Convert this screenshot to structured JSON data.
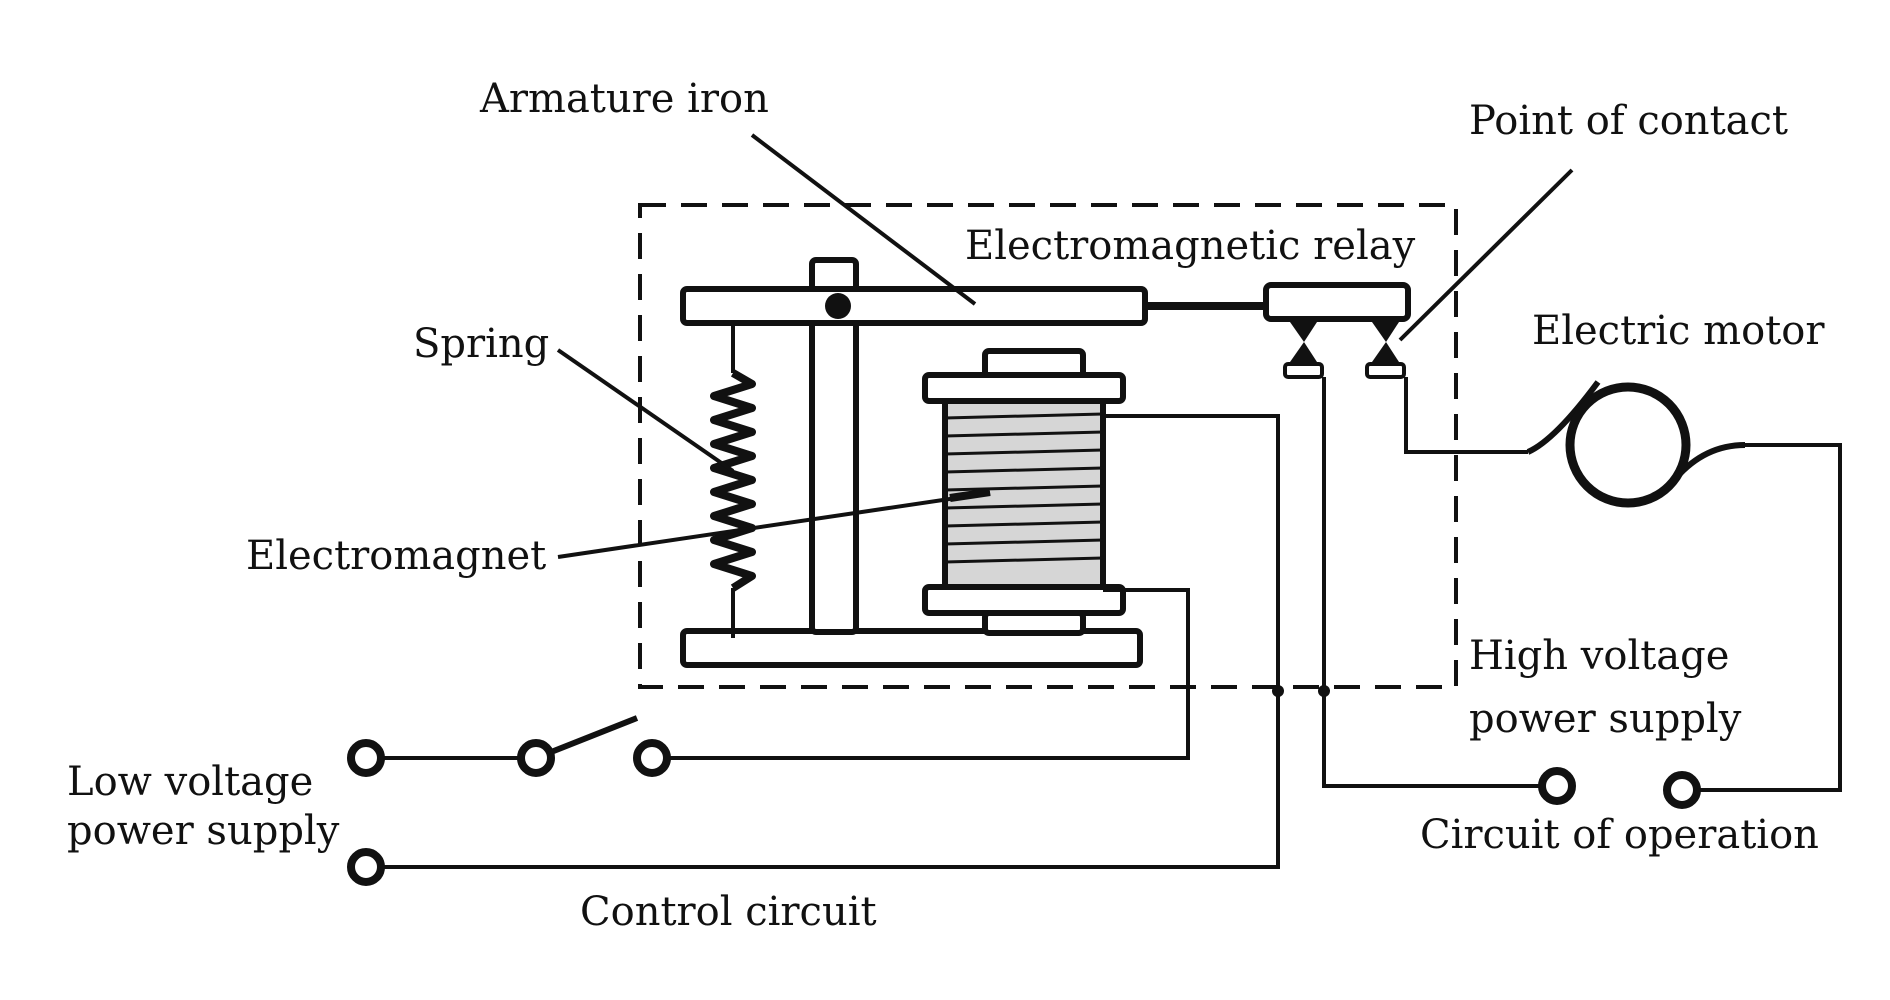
{
  "labels": {
    "armature_iron": "Armature iron",
    "point_of_contact": "Point of contact",
    "electromagnetic_relay": "Electromagnetic relay",
    "spring": "Spring",
    "electric_motor": "Electric motor",
    "electromagnet": "Electromagnet",
    "high_voltage_line1": "High voltage",
    "high_voltage_line2": "power supply",
    "low_voltage_line1": "Low voltage",
    "low_voltage_line2": "power supply",
    "circuit_of_operation": "Circuit of operation",
    "control_circuit": "Control circuit"
  },
  "colors": {
    "ink": "#111111",
    "coil_fill": "#d6d6d6",
    "background": "#ffffff"
  }
}
